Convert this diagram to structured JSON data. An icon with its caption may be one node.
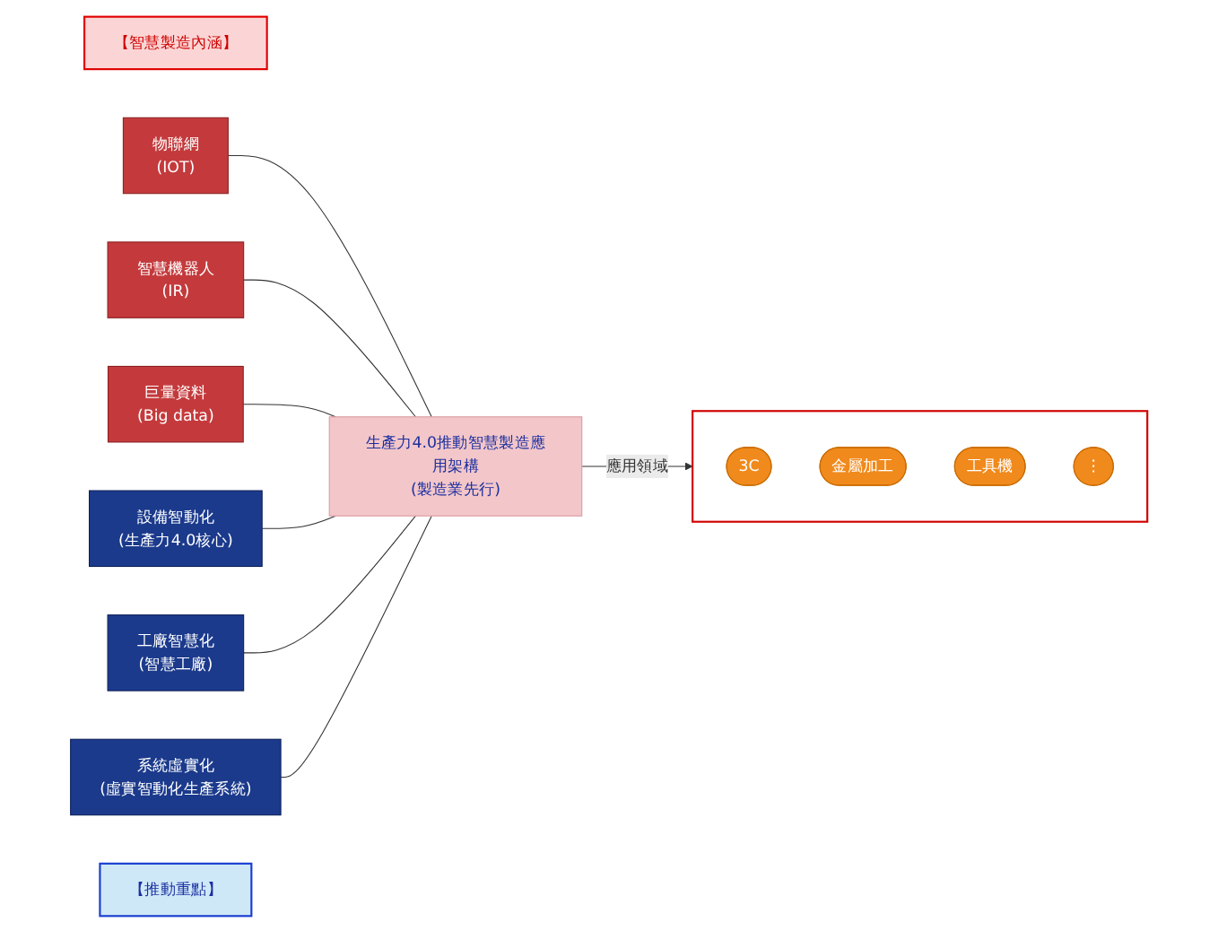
{
  "diagram": {
    "nodes": [
      {
        "text": [
          "【智慧製造內涵】"
        ]
      },
      {
        "text": [
          "物聯網",
          "(IOT)"
        ]
      },
      {
        "text": [
          "智慧機器人",
          "(IR)"
        ]
      },
      {
        "text": [
          "巨量資料",
          "(Big data)"
        ]
      },
      {
        "text": [
          "生產力4.0推動智慧製造應用架構",
          "(製造業先行)"
        ]
      },
      {
        "text": [
          "設備智動化",
          "(生產力4.0核心)"
        ]
      },
      {
        "text": [
          "工廠智慧化",
          "(智慧工廠)"
        ]
      },
      {
        "text": [
          "系統虛實化",
          "(虛實智動化生產系統)"
        ]
      },
      {
        "text": [
          "【推動重點】"
        ]
      },
      {
        "text": [],
        "shape": "box"
      },
      {
        "text": [
          "3C"
        ],
        "in": 9
      },
      {
        "text": [
          "金屬加工"
        ],
        "in": 9
      },
      {
        "text": [
          "工具機"
        ],
        "in": 9
      },
      {
        "text": [
          "⋮"
        ],
        "in": 9
      }
    ],
    "edges": [
      {
        "from": 1,
        "to": 4,
        "arrow": "none"
      },
      {
        "from": 2,
        "to": 4,
        "arrow": "none"
      },
      {
        "from": 3,
        "to": 4,
        "arrow": "none"
      },
      {
        "from": 5,
        "to": 4,
        "arrow": "none"
      },
      {
        "from": 6,
        "to": 4,
        "arrow": "none"
      },
      {
        "from": 7,
        "to": 4,
        "arrow": "none"
      },
      {
        "from": 4,
        "to": 9,
        "label": "應用領域",
        "arrow": "to"
      }
    ]
  }
}
